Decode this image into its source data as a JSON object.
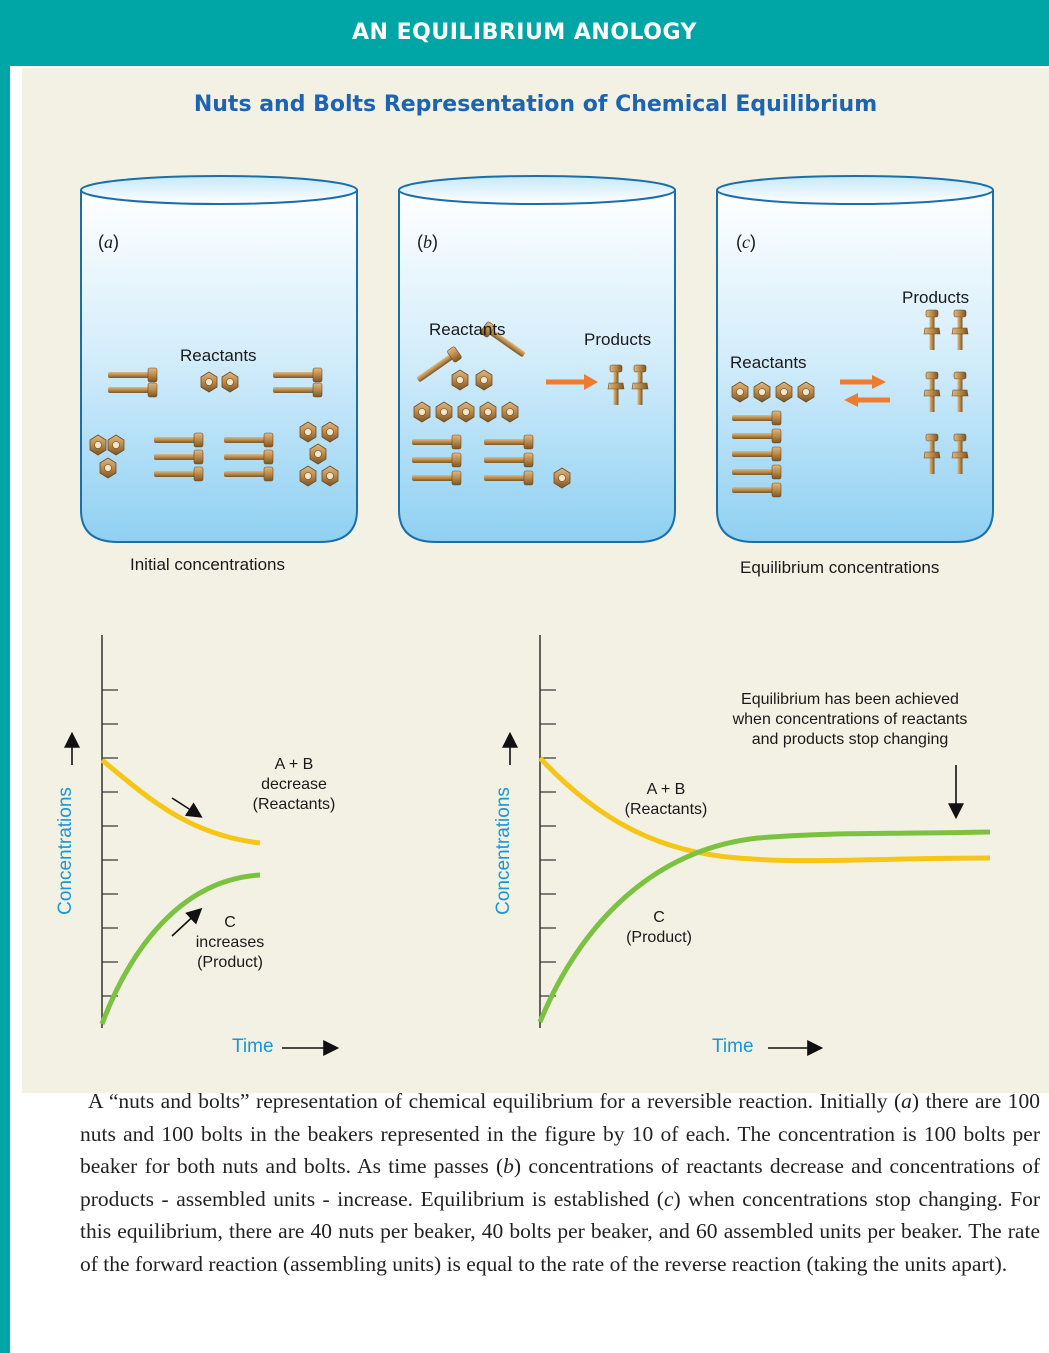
{
  "header": {
    "title": "AN EQUILIBRIUM ANOLOGY"
  },
  "panel": {
    "title": "Nuts and Bolts Representation of Chemical Equilibrium"
  },
  "beakers": [
    {
      "tag_open": "(",
      "tag_letter": "a",
      "tag_close": ")",
      "reactants_label": "Reactants",
      "products_label": ""
    },
    {
      "tag_open": "(",
      "tag_letter": "b",
      "tag_close": ")",
      "reactants_label": "Reactants",
      "products_label": "Products"
    },
    {
      "tag_open": "(",
      "tag_letter": "c",
      "tag_close": ")",
      "reactants_label": "Reactants",
      "products_label": "Products"
    }
  ],
  "beaker_captions": {
    "initial": "Initial concentrations",
    "equilibrium": "Equilibrium concentrations"
  },
  "colors": {
    "teal": "#00a6a6",
    "title_blue": "#1d63b4",
    "axis_blue": "#1797d3",
    "reactant_curve": "#f5c518",
    "product_curve": "#7cc242",
    "hardware": "#b98a4a",
    "arrow_orange": "#f07b2e"
  },
  "graph_left": {
    "ylabel": "Concentrations",
    "xlabel": "Time",
    "reactant_ann_1": "A + B",
    "reactant_ann_2": "decrease",
    "reactant_ann_3": "(Reactants)",
    "product_ann_1": "C",
    "product_ann_2": "increases",
    "product_ann_3": "(Product)"
  },
  "graph_right": {
    "ylabel": "Concentrations",
    "xlabel": "Time",
    "reactant_ann_1": "A + B",
    "reactant_ann_2": "(Reactants)",
    "product_ann_1": "C",
    "product_ann_2": "(Product)",
    "eq_note_1": "Equilibrium has been achieved",
    "eq_note_2": "when concentrations of reactants",
    "eq_note_3": "and products stop changing"
  },
  "caption": {
    "p1": "A “nuts and bolts” representation of chemical equilibrium for a reversible reaction. Initially ",
    "a": "a",
    "p2": " there are 100 nuts and 100 bolts in the beakers represented in the figure by 10 of each. The concentration is 100 bolts per beaker for both nuts and bolts. As time passes ",
    "b": "b",
    "p3": " concentrations of reactants decrease and concentrations of products - assembled units - increase. Equilibrium is established ",
    "c": "c",
    "p4": " when concentrations stop changing. For this equilibrium, there are 40 nuts per beaker, 40 bolts per beaker, and 60 assembled units per beaker. The rate of the forward reaction (assembling units) is equal to the rate of the reverse reaction (taking the units apart)."
  }
}
